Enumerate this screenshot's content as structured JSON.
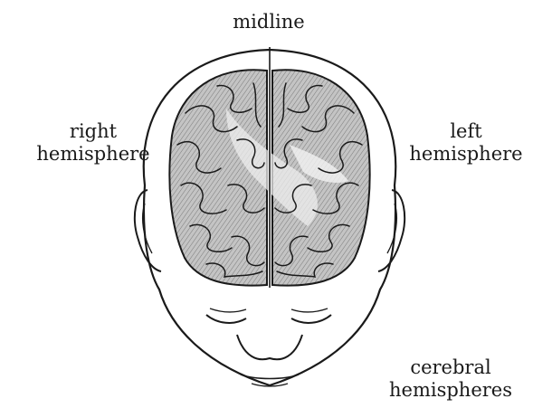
{
  "labels": {
    "midline": "midline",
    "right_hemisphere": [
      "right",
      "hemisphere"
    ],
    "left_hemisphere": [
      "left",
      "hemisphere"
    ],
    "cerebral_hemispheres": [
      "cerebral",
      "hemispheres"
    ]
  },
  "colors": {
    "ink": "#1a1a1a",
    "brain_fill": "#b9b9b9",
    "brain_highlight": "#e6e6e6",
    "background": "#ffffff"
  }
}
